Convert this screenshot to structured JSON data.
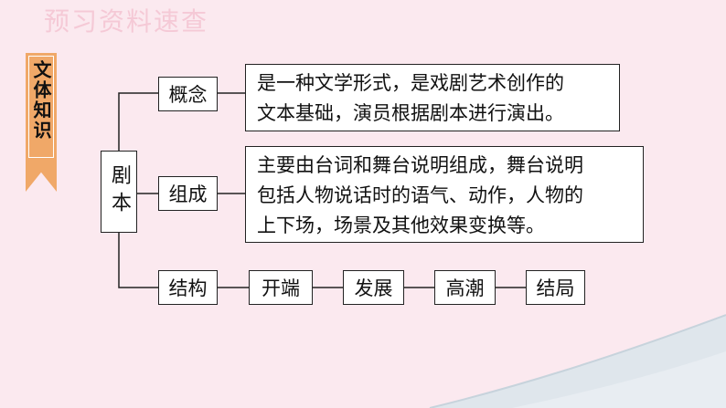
{
  "header": {
    "title": "预习资料速查"
  },
  "ribbon": {
    "label": "文体知识"
  },
  "diagram": {
    "root": "剧本",
    "gainian": {
      "label": "概念",
      "desc_lines": [
        "是一种文学形式，是戏剧艺术创作的",
        "文本基础，演员根据剧本进行演出。"
      ]
    },
    "zucheng": {
      "label": "组成",
      "desc_lines": [
        "主要由台词和舞台说明组成，舞台说明",
        "包括人物说话时的语气、动作，人物的",
        "上下场，场景及其他效果变换等。"
      ]
    },
    "jiegou": {
      "label": "结构",
      "stages": [
        "开端",
        "发展",
        "高潮",
        "结局"
      ]
    }
  },
  "colors": {
    "background": "#fbe9ef",
    "ribbon": "#f0a868",
    "wave": "#dfe6ec",
    "border": "#222222"
  }
}
